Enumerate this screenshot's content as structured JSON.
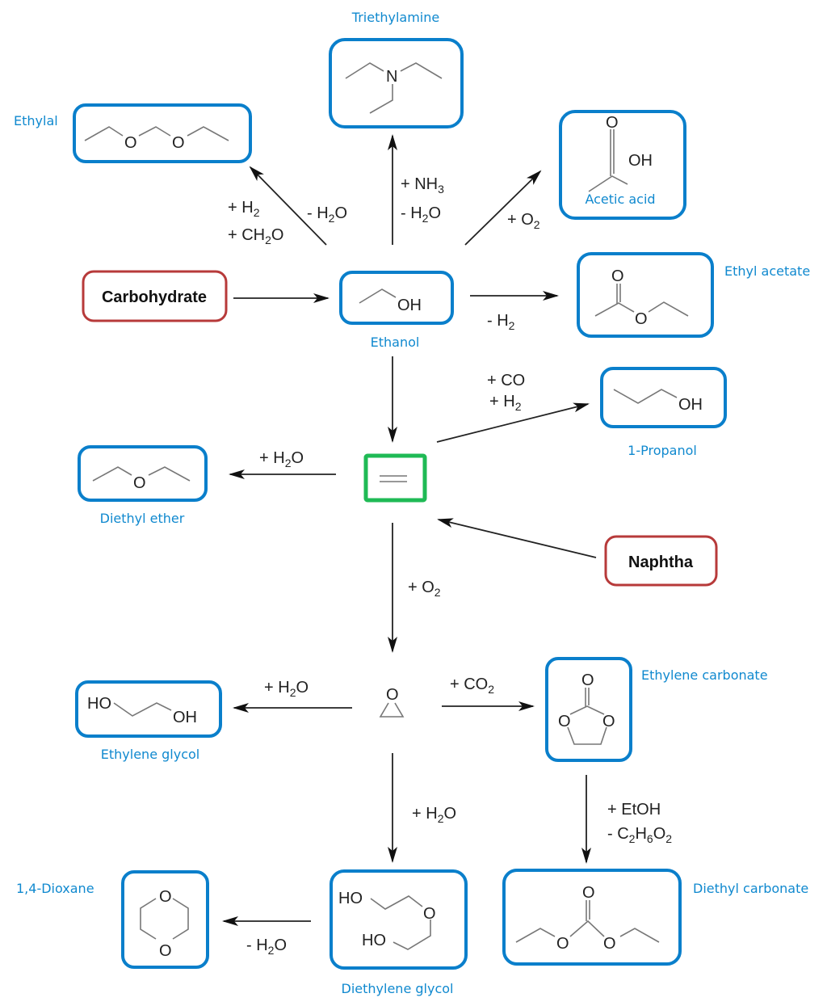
{
  "diagram": {
    "title": "Ethylene production routes and downstream chemicals",
    "colors": {
      "product_box": "#0a7fcb",
      "source_box": "#b73a3a",
      "ethylene_box": "#1fba55",
      "product_label": "#1089cf"
    },
    "sources": {
      "carbohydrate": "Carbohydrate",
      "naphtha": "Naphtha"
    },
    "compounds": {
      "triethylamine": "Triethylamine",
      "ethylal": "Ethylal",
      "acetic_acid": "Acetic acid",
      "ethanol": "Ethanol",
      "ethyl_acetate": "Ethyl acetate",
      "propanol": "1-Propanol",
      "diethyl_ether": "Diethyl ether",
      "ethylene_glycol": "Ethylene glycol",
      "ethylene_carbonate": "Ethylene carbonate",
      "dioxane": "1,4-Dioxane",
      "diethylene_glycol": "Diethylene glycol",
      "diethyl_carbonate": "Diethyl carbonate"
    },
    "atoms": {
      "O": "O",
      "OH": "OH",
      "HO": "HO",
      "N": "N"
    },
    "conditions": {
      "ethylal": [
        "+ H",
        "2",
        "+ CH",
        "2",
        "O",
        "- H",
        "2",
        "O"
      ],
      "triethylamine": [
        "+ NH",
        "3",
        "- H",
        "2",
        "O"
      ],
      "acetic_acid": [
        "+ O",
        "2"
      ],
      "ethyl_acetate": [
        "- H",
        "2"
      ],
      "propanol": [
        "+ CO",
        "+ H",
        "2"
      ],
      "diethyl_ether": [
        "+ H",
        "2",
        "O"
      ],
      "ethylene_oxide": [
        "+ O",
        "2"
      ],
      "ethylene_glycol": [
        "+ H",
        "2",
        "O"
      ],
      "ethylene_carbonate": [
        "+ CO",
        "2"
      ],
      "diethylene_glycol": [
        "+ H",
        "2",
        "O"
      ],
      "diethyl_carbonate": [
        "+ EtOH",
        "- C",
        "2",
        "H",
        "6",
        "O",
        "2"
      ],
      "dioxane": [
        "- H",
        "2",
        "O"
      ]
    }
  }
}
